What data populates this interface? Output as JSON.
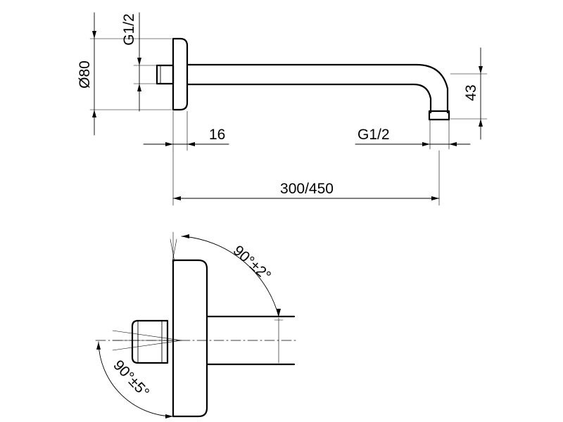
{
  "dimensions": {
    "inlet_thread": "G1/2",
    "flange_diameter": "Ø80",
    "flange_thickness": "16",
    "outlet_thread": "G1/2",
    "drop_height": "43",
    "projection_length": "300/450"
  },
  "angles": {
    "outlet_angle": "90°±2°",
    "inlet_angle": "90°±5°"
  }
}
